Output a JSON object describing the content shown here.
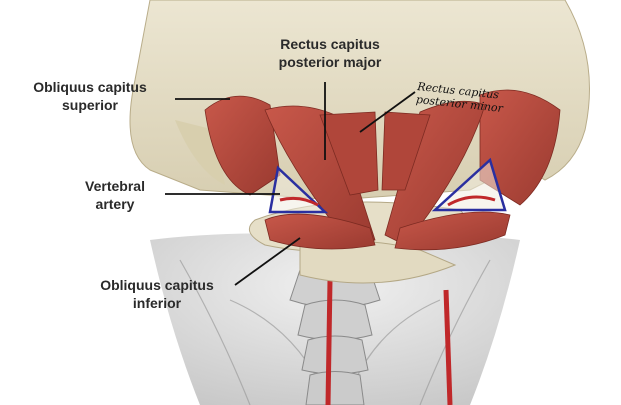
{
  "labels": {
    "obliquus_superior": [
      "Obliquus capitus",
      "superior"
    ],
    "rectus_major": [
      "Rectus capitus",
      "posterior major"
    ],
    "rectus_minor_handwritten": [
      "Rectus capitus",
      "posterior minor"
    ],
    "vertebral_artery": [
      "Vertebral",
      "artery"
    ],
    "obliquus_inferior": [
      "Obliquus capitus",
      "inferior"
    ]
  },
  "colors": {
    "background": "#ffffff",
    "muscle": "#b5473a",
    "muscle_highlight": "#d9806e",
    "bone": "#e6dfc8",
    "bone_shadow": "#c9bf9f",
    "artery": "#c0282a",
    "triangle_outline": "#2a2fa0",
    "leader_line": "#111111",
    "soft_tissue": "#d8d8d8"
  }
}
